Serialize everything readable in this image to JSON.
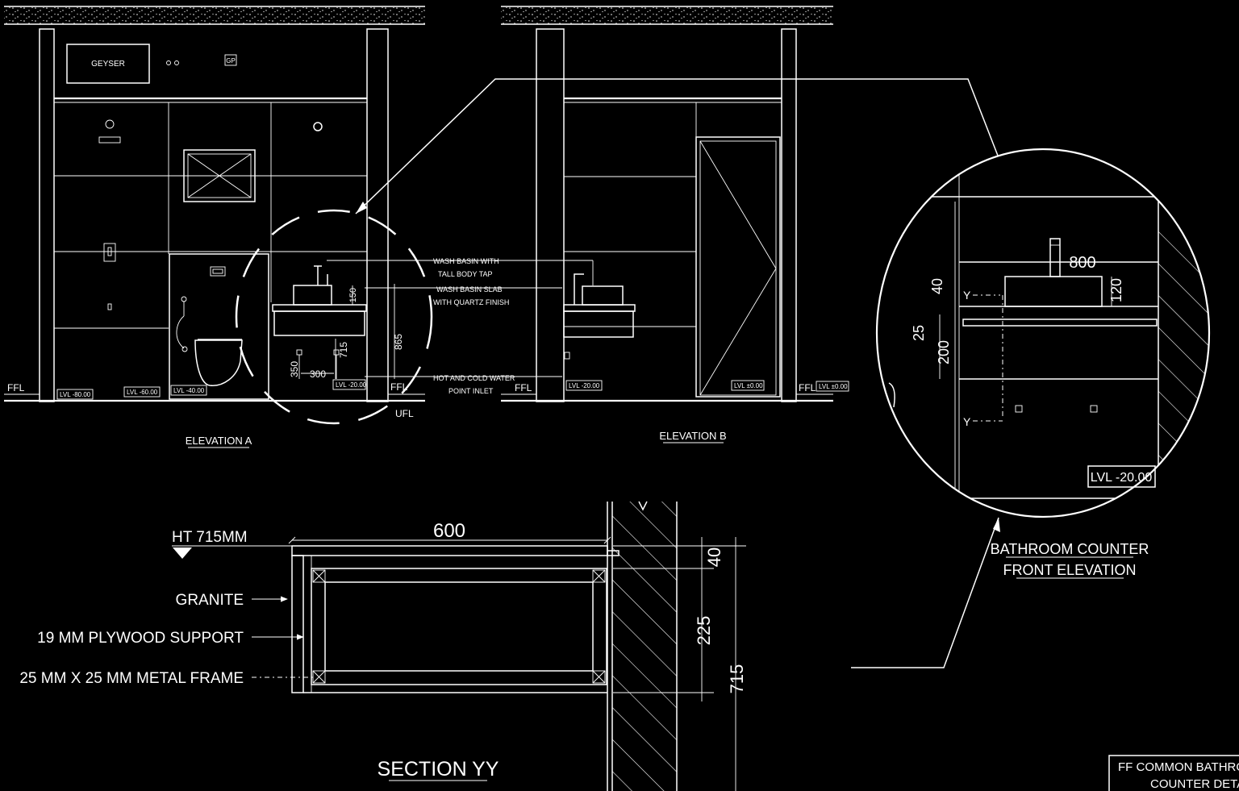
{
  "elevation_a": {
    "title": "ELEVATION A",
    "geyser": "GEYSER",
    "gp": "GP",
    "ffl": "FFL",
    "lvl_1": "LVL -80.00",
    "lvl_2": "LVL -60.00",
    "lvl_3": "LVL -40.00",
    "lvl_4": "LVL -20.00",
    "ufl": "UFL",
    "dim_150": "150",
    "dim_715": "715",
    "dim_865": "865",
    "dim_350": "350",
    "dim_300": "300"
  },
  "callouts": {
    "basin_1": "WASH BASIN WITH",
    "basin_2": "TALL BODY TAP",
    "slab_1": "WASH BASIN SLAB",
    "slab_2": "WITH QUARTZ FINISH",
    "water_1": "HOT AND COLD WATER",
    "water_2": "POINT INLET"
  },
  "elevation_b": {
    "title": "ELEVATION B",
    "ffl_left": "FFL",
    "lvl_left": "LVL -20.00",
    "lvl_door": "LVL ±0.00",
    "ffl_right": "FFL",
    "lvl_right": "LVL ±0.00"
  },
  "detail": {
    "dim_800": "800",
    "dim_40": "40",
    "dim_120": "120",
    "dim_25": "25",
    "dim_200": "200",
    "y_top": "Y",
    "y_bottom": "Y",
    "lvl": "LVL -20.00",
    "caption_1": "BATHROOM COUNTER",
    "caption_2": "FRONT ELEVATION"
  },
  "section": {
    "title": "SECTION YY",
    "height": "HT  715MM",
    "dim_600": "600",
    "dim_40": "40",
    "dim_225": "225",
    "dim_715": "715",
    "label_granite": "GRANITE",
    "label_plywood": "19 MM PLYWOOD SUPPORT",
    "label_frame": "25 MM X 25 MM METAL FRAME"
  },
  "titleblock": {
    "line_1": "FF COMMON BATHROOM",
    "line_2": "COUNTER DETAILS"
  }
}
